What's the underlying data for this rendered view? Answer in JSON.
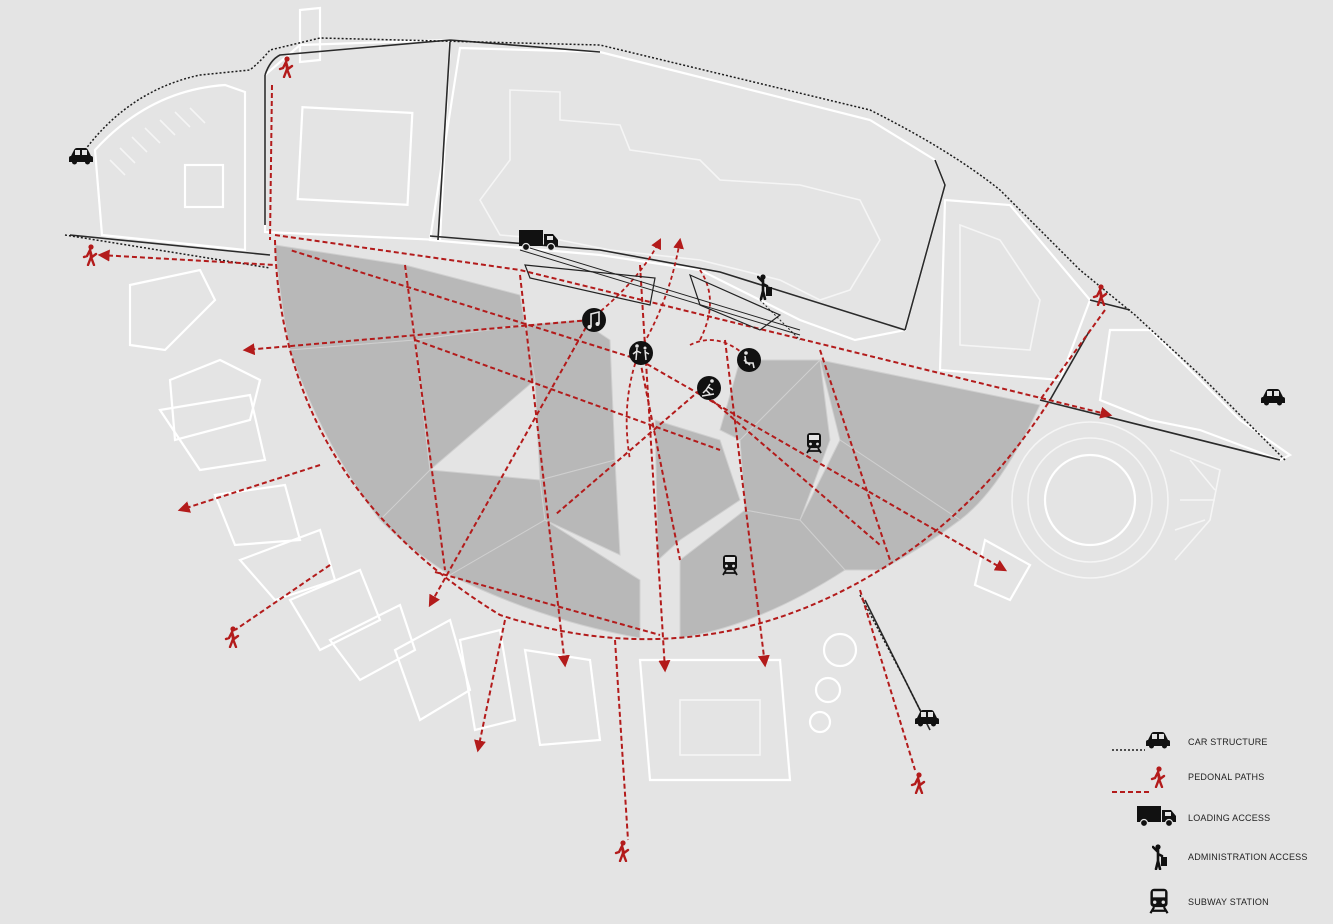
{
  "legend": {
    "car_structure": "CAR STRUCTURE",
    "pedonal_paths": "PEDONAL PATHS",
    "loading_access": "LOADING ACCESS",
    "administration_access": "ADMINISTRATION ACCESS",
    "subway_station": "SUBWAY STATION"
  },
  "colors": {
    "pedestrian": "#b31b1b",
    "car": "#1c1c1c",
    "zone": "#b8b8b8",
    "background": "#e4e4e4"
  },
  "icons": [
    "car-icon",
    "pedestrian-icon",
    "loading-truck-icon",
    "administration-icon",
    "subway-icon",
    "music-icon",
    "family-icon",
    "skate-icon",
    "seated-icon"
  ]
}
